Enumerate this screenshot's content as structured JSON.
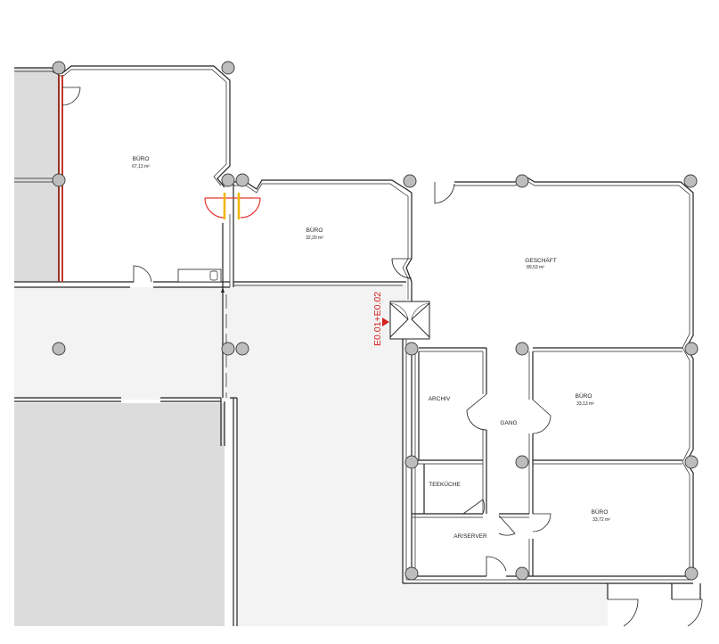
{
  "rooms": {
    "buero_nw": {
      "name": "BÜRO",
      "area": "67,13 m²"
    },
    "buero_n": {
      "name": "BÜRO",
      "area": "32,20 m²"
    },
    "geschaeft": {
      "name": "GESCHÄFT",
      "area": "89,53 m²"
    },
    "archiv": {
      "name": "ARCHIV"
    },
    "gang": {
      "name": "GANG"
    },
    "buero_e1": {
      "name": "BÜRO",
      "area": "33,13 m²"
    },
    "teekueche": {
      "name": "TEEKÜCHE"
    },
    "ar_server": {
      "name": "AR/SERVER"
    },
    "buero_e2": {
      "name": "BÜRO",
      "area": "33,72 m²"
    }
  },
  "entrance": {
    "label": "E0.01+E0.02",
    "marker": "red-triangle-icon"
  },
  "colors": {
    "wall": "#222222",
    "shaded_area": "#dcdcdc",
    "corridor": "#f3f3f3",
    "column": "#bdbdbd",
    "fire_wall": "#c0392b",
    "fire_door": "#e53935",
    "fire_door_leaf": "#f0b400",
    "entrance_label": "#d42020"
  }
}
